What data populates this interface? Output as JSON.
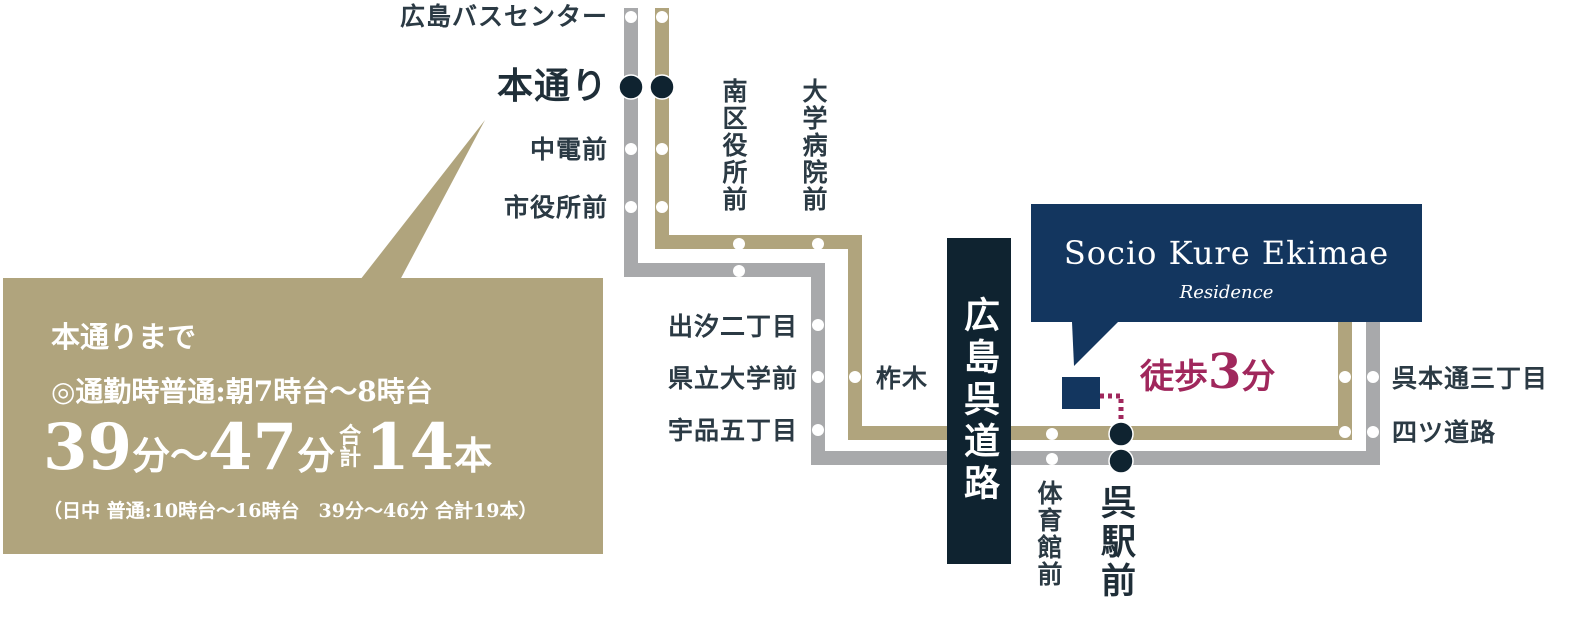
{
  "stations": {
    "bus_center": "広島バスセンター",
    "hondori": "本通り",
    "chuden_mae": "中電前",
    "shiyakusho_mae": "市役所前",
    "minamiku_yakusho_mae": "南区役所前",
    "daigaku_byoin_mae": "大学病院前",
    "demishio": "出汐二丁目",
    "kenritsu_daigaku_mae": "県立大学前",
    "ujina": "宇品五丁目",
    "kunogi": "柞木",
    "taiikukan_mae": "体育館前",
    "kure_eki_mae": "呉駅前",
    "kure_hondori": "呉本通三丁目",
    "yotsumichi": "四ツ道路"
  },
  "highway": {
    "label": "広島呉道路"
  },
  "property": {
    "name": "Socio Kure Ekimae",
    "subtitle": "Residence"
  },
  "walk": {
    "prefix": "徒歩",
    "minutes": "3",
    "unit": "分"
  },
  "callout": {
    "title": "本通りまで",
    "commute": "◎通勤時普通:朝7時台～8時台",
    "time_from": "39",
    "time_unit1": "分～",
    "time_to": "47",
    "time_unit2": "分",
    "total_label_top": "合",
    "total_label_bottom": "計",
    "total_count": "14",
    "total_unit": "本",
    "daytime_note": "（日中 普通:10時台～16時台　39分～46分 合計19本）"
  },
  "colors": {
    "gray_line": "#a8a9ab",
    "gold_line": "#b0a47d",
    "navy": "#13365f",
    "dark": "#0f2330",
    "accent": "#a0275c"
  }
}
